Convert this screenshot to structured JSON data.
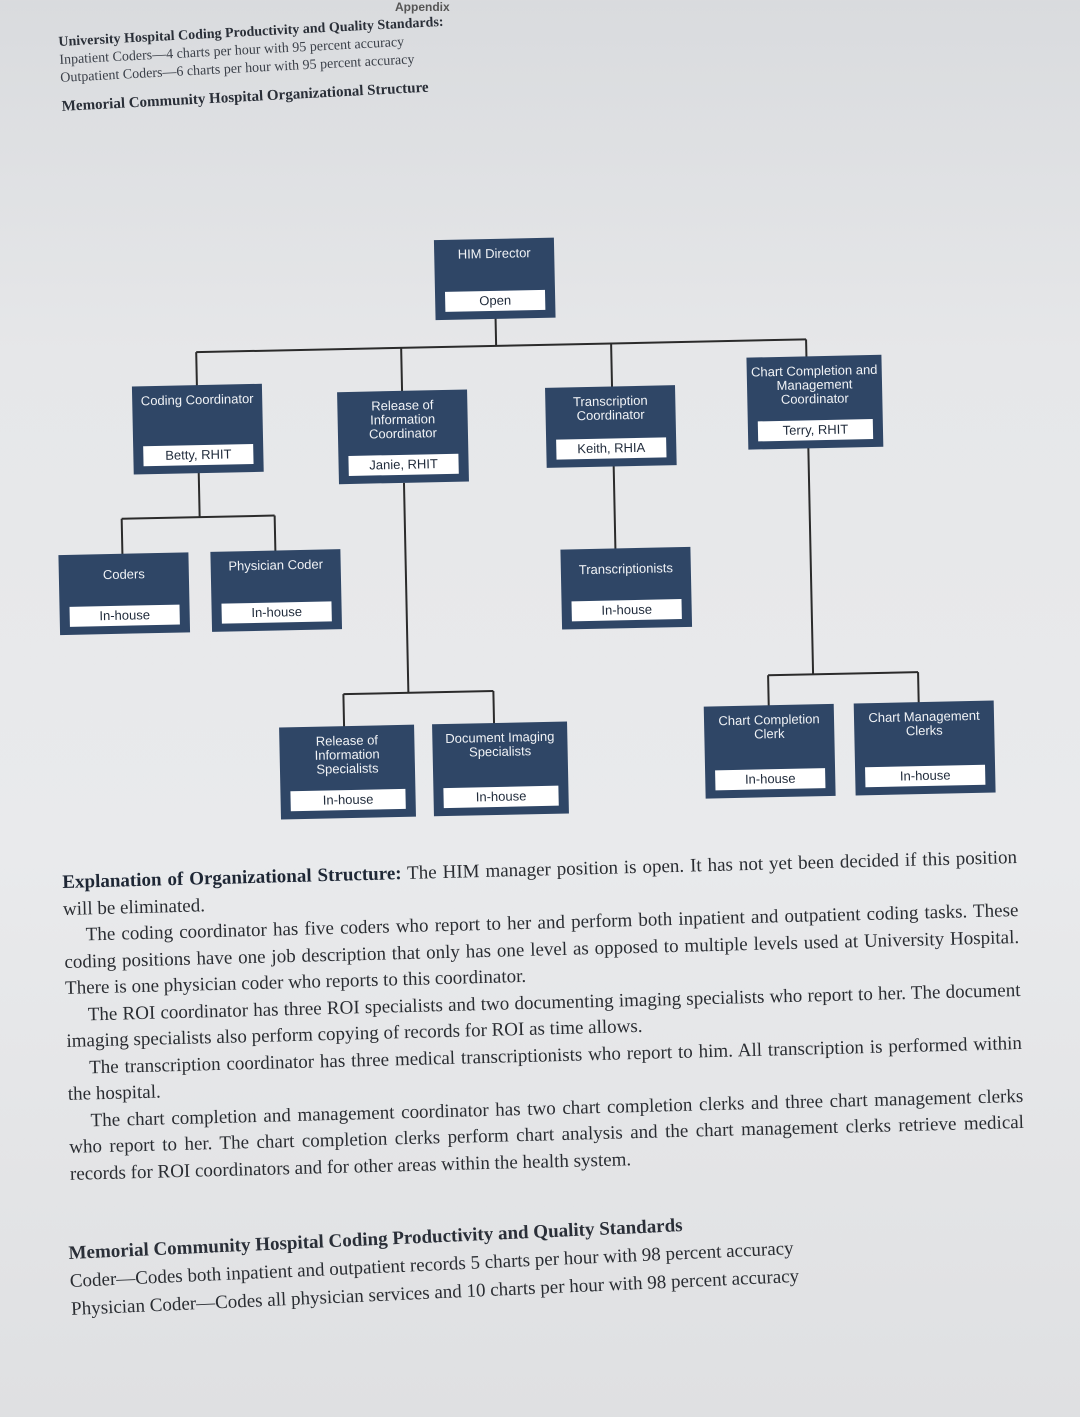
{
  "page_header": "Appendix",
  "university_standards": {
    "heading": "University Hospital Coding Productivity and Quality Standards:",
    "lines": [
      "Inpatient Coders—4 charts per hour with 95 percent accuracy",
      "Outpatient Coders—6 charts per hour with 95 percent accuracy"
    ]
  },
  "org_heading": "Memorial Community Hospital Organizational Structure",
  "org_chart": {
    "him_director": {
      "title": "HIM Director",
      "status": "Open"
    },
    "coding_coordinator": {
      "title": "Coding Coordinator",
      "status": "Betty, RHIT"
    },
    "roi_coordinator": {
      "title": "Release of Information Coordinator",
      "status": "Janie, RHIT"
    },
    "transcription_coordinator": {
      "title": "Transcription Coordinator",
      "status": "Keith, RHIA"
    },
    "chart_coordinator": {
      "title": "Chart Completion and Management Coordinator",
      "status": "Terry, RHIT"
    },
    "coders": {
      "title": "Coders",
      "status": "In-house"
    },
    "physician_coder": {
      "title": "Physician Coder",
      "status": "In-house"
    },
    "transcriptionists": {
      "title": "Transcriptionists",
      "status": "In-house"
    },
    "roi_specialists": {
      "title": "Release of Information Specialists",
      "status": "In-house"
    },
    "doc_imaging": {
      "title": "Document Imaging Specialists",
      "status": "In-house"
    },
    "chart_completion_clerk": {
      "title": "Chart Completion Clerk",
      "status": "In-house"
    },
    "chart_management_clerks": {
      "title": "Chart Management Clerks",
      "status": "In-house"
    }
  },
  "explanation": {
    "label": "Explanation of Organizational Structure:",
    "intro": "The HIM manager position is open. It has not yet been decided if this position will be eliminated.",
    "paragraphs": [
      "The coding coordinator has five coders who report to her and perform both inpatient and outpatient coding tasks. These coding positions have one job description that only has one level as opposed to multiple levels used at University Hospital. There is one physician coder who reports to this coordinator.",
      "The ROI coordinator has three ROI specialists and two documenting imaging specialists who report to her. The document imaging specialists also perform copying of records for ROI as time allows.",
      "The transcription coordinator has three medical transcriptionists who report to him. All transcription is performed within the hospital.",
      "The chart completion and management coordinator has two chart completion clerks and three chart management clerks who report to her. The chart completion clerks perform chart analysis and the chart management clerks retrieve medical records for ROI coordinators and for other areas within the health system."
    ]
  },
  "memorial_standards": {
    "heading": "Memorial Community Hospital Coding Productivity and Quality Standards",
    "lines": [
      "Coder—Codes both inpatient and outpatient records 5 charts per hour with 98 percent accuracy",
      "Physician Coder—Codes all physician services and 10 charts per hour with 98 percent accuracy"
    ]
  }
}
